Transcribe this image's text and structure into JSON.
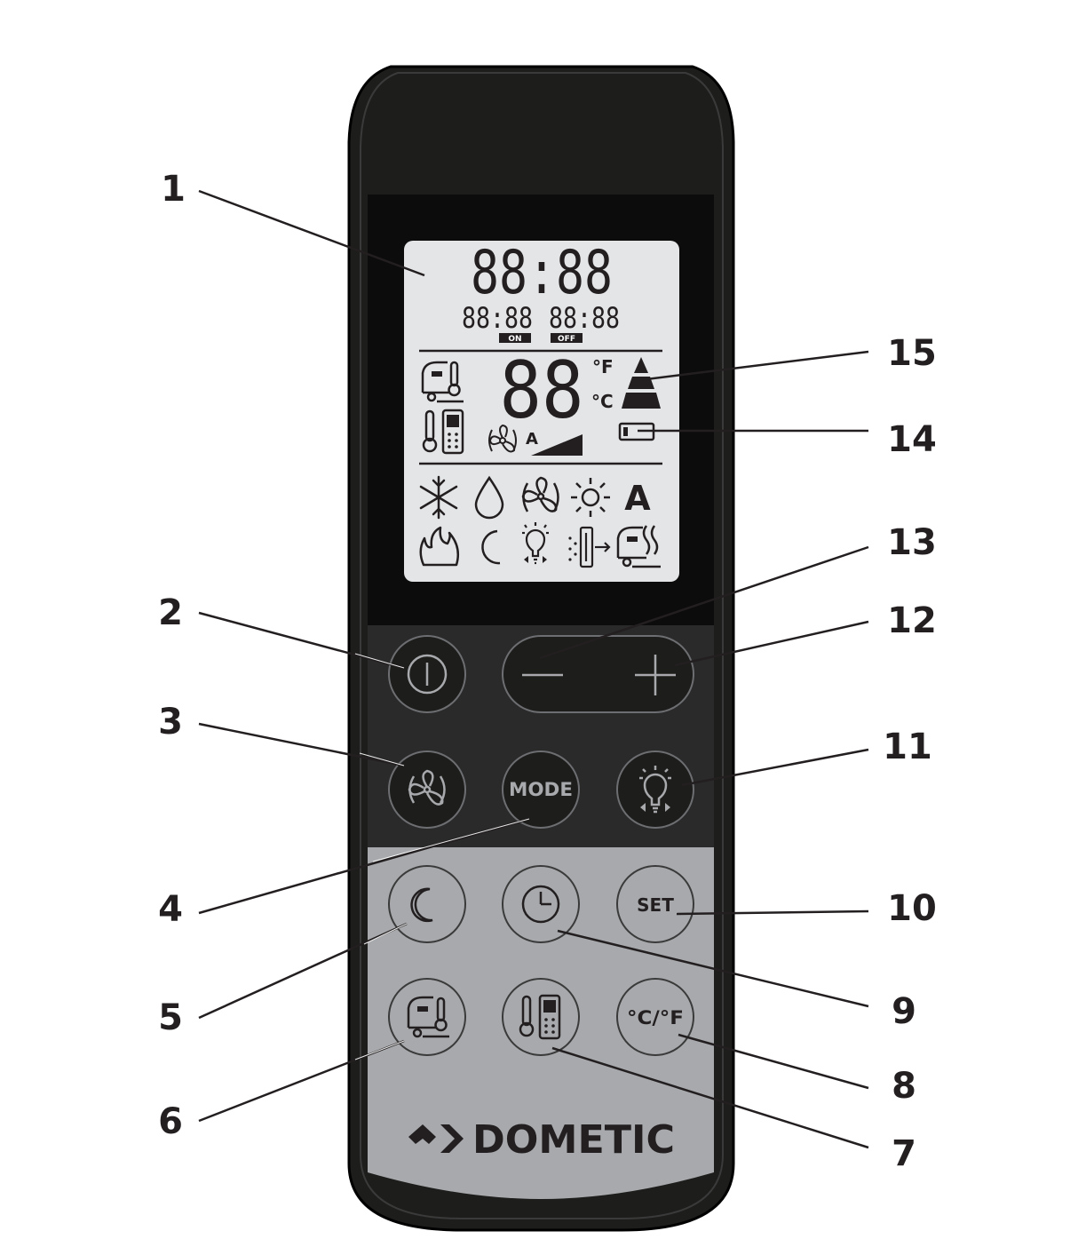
{
  "lcd": {
    "clock": "88:88",
    "timer_on": "88:88",
    "timer_off": "88:88",
    "on_badge": "ON",
    "off_badge": "OFF",
    "temperature": "88",
    "unit_f": "°F",
    "unit_c": "°C",
    "fan_auto": "A",
    "mode_auto": "A"
  },
  "buttons": {
    "mode_label": "MODE",
    "set_label": "SET",
    "unit_label": "°C/°F"
  },
  "brand": {
    "name": "DOMETIC"
  },
  "callouts": [
    {
      "number": "1"
    },
    {
      "number": "2"
    },
    {
      "number": "3"
    },
    {
      "number": "4"
    },
    {
      "number": "5"
    },
    {
      "number": "6"
    },
    {
      "number": "7"
    },
    {
      "number": "8"
    },
    {
      "number": "9"
    },
    {
      "number": "10"
    },
    {
      "number": "11"
    },
    {
      "number": "12"
    },
    {
      "number": "13"
    },
    {
      "number": "14"
    },
    {
      "number": "15"
    }
  ],
  "colors": {
    "body": "#1d1d1b",
    "lcd_frame": "#0c0c0c",
    "lcd_screen": "#e4e5e7",
    "button_area_dark": "#2a2a2a",
    "button_area_light": "#a7a9ac",
    "ink": "#231f20"
  }
}
